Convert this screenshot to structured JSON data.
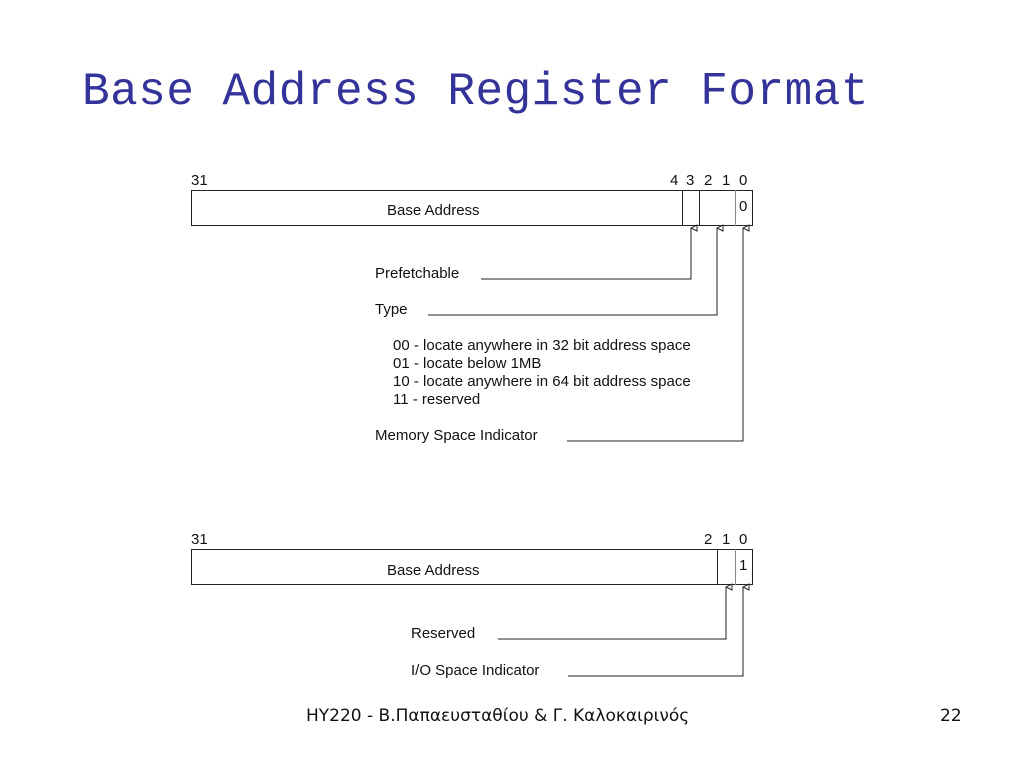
{
  "slide": {
    "title": "Base Address Register Format",
    "footer_text": "HY220 - Β.Παπαευσταθίου & Γ. Καλοκαιρινός",
    "page_number": "22",
    "title_color": "#333399"
  },
  "memory_bar": {
    "bit_labels": {
      "b31": "31",
      "b4": "4",
      "b3": "3",
      "b2": "2",
      "b1": "1",
      "b0": "0"
    },
    "field_label": "Base Address",
    "bit0_value": "0",
    "callouts": {
      "prefetchable": "Prefetchable",
      "type": "Type",
      "type_options": [
        "00 - locate anywhere in 32 bit address space",
        "01 - locate below 1MB",
        "10 - locate anywhere in 64 bit address space",
        "11 - reserved"
      ],
      "memory_space_indicator": "Memory Space Indicator"
    }
  },
  "io_bar": {
    "bit_labels": {
      "b31": "31",
      "b2": "2",
      "b1": "1",
      "b0": "0"
    },
    "field_label": "Base Address",
    "bit0_value": "1",
    "callouts": {
      "reserved": "Reserved",
      "io_space_indicator": "I/O Space Indicator"
    }
  }
}
